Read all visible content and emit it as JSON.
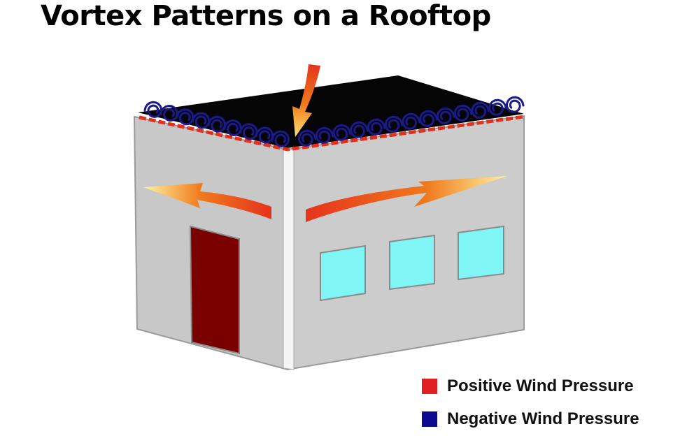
{
  "title": "Vortex Patterns on a Rooftop",
  "legend": [
    {
      "label": "Positive Wind Pressure",
      "color": "#e02020"
    },
    {
      "label": "Negative Wind Pressure",
      "color": "#0a0a90"
    }
  ],
  "colors": {
    "roof": "#050505",
    "wall_left": "#c9c9c9",
    "wall_right": "#cdcdcd",
    "corner_edge": "#f2f2f2",
    "door": "#7a0000",
    "window": "#7ff5f5",
    "vortex": "#1a1a8c",
    "roof_edge": "#e83020"
  },
  "icons": [
    "wind-arrow-down-icon",
    "wind-arrow-left-icon",
    "wind-arrow-right-icon",
    "vortex-icon"
  ]
}
